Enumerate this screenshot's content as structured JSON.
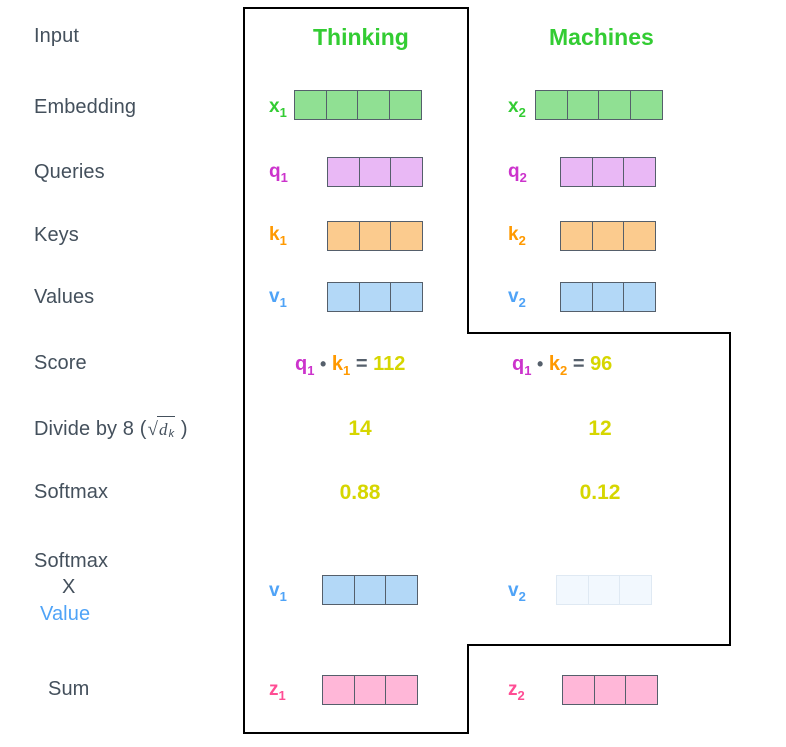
{
  "diagram": {
    "title_row_labels": [
      "Input",
      "Embedding",
      "Queries",
      "Keys",
      "Values",
      "Score",
      "Divide by 8",
      "Softmax",
      "Softmax X Value",
      "Sum"
    ],
    "colors": {
      "word_header": "#33cc33",
      "embedding": "#90e093",
      "query": "#e9b8f5",
      "key": "#fbcb8e",
      "value": "#b3d8f7",
      "output": "#ffb7d8",
      "number": "#d6d600",
      "label_text": "#44505c",
      "value_label": "#4fa3f7",
      "faded_value": "#f2f8fe",
      "outline": "#000000"
    }
  },
  "labels": {
    "input": "Input",
    "embedding": "Embedding",
    "queries": "Queries",
    "keys": "Keys",
    "values": "Values",
    "score": "Score",
    "divide_prefix": "Divide by 8 (",
    "divide_sqrt": "d",
    "divide_sub": "k",
    "divide_suffix": ")",
    "softmax": "Softmax",
    "softmax_x_line1": "Softmax",
    "softmax_x_line2": "X",
    "softmax_x_line3": "Value",
    "sum": "Sum"
  },
  "columns": [
    {
      "word": "Thinking",
      "embedding_tag": "x",
      "embedding_sub": "1",
      "embedding_cells": 4,
      "query_tag": "q",
      "query_sub": "1",
      "query_cells": 3,
      "key_tag": "k",
      "key_sub": "1",
      "key_cells": 3,
      "value_tag": "v",
      "value_sub": "1",
      "value_cells": 3,
      "score_q": "q",
      "score_q_sub": "1",
      "score_dot": "•",
      "score_k": "k",
      "score_k_sub": "1",
      "score_eq": "=",
      "score_value": "112",
      "divided_value": "14",
      "softmax_value": "0.88",
      "weighted_tag": "v",
      "weighted_sub": "1",
      "weighted_cells": 3,
      "weighted_faded": false,
      "sum_tag": "z",
      "sum_sub": "1",
      "sum_cells": 3
    },
    {
      "word": "Machines",
      "embedding_tag": "x",
      "embedding_sub": "2",
      "embedding_cells": 4,
      "query_tag": "q",
      "query_sub": "2",
      "query_cells": 3,
      "key_tag": "k",
      "key_sub": "2",
      "key_cells": 3,
      "value_tag": "v",
      "value_sub": "2",
      "value_cells": 3,
      "score_q": "q",
      "score_q_sub": "1",
      "score_dot": "•",
      "score_k": "k",
      "score_k_sub": "2",
      "score_eq": "=",
      "score_value": "96",
      "divided_value": "12",
      "softmax_value": "0.12",
      "weighted_tag": "v",
      "weighted_sub": "2",
      "weighted_cells": 3,
      "weighted_faded": true,
      "sum_tag": "z",
      "sum_sub": "2",
      "sum_cells": 3
    }
  ]
}
